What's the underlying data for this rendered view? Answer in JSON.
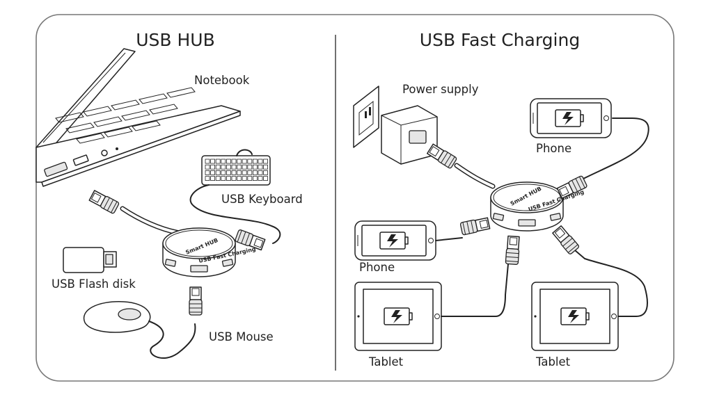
{
  "panels": {
    "left_title": "USB HUB",
    "right_title": "USB Fast Charging"
  },
  "hub": {
    "brand": "Smart HUB",
    "label": "USB Fast Charging"
  },
  "left": {
    "notebook": "Notebook",
    "keyboard": "USB Keyboard",
    "flash": "USB Flash disk",
    "mouse": "USB Mouse"
  },
  "right": {
    "power": "Power supply",
    "phone_top": "Phone",
    "phone_left": "Phone",
    "tablet_left": "Tablet",
    "tablet_right": "Tablet"
  },
  "icons": {
    "battery": "battery-charging-icon",
    "usb": "usb-symbol-icon"
  }
}
